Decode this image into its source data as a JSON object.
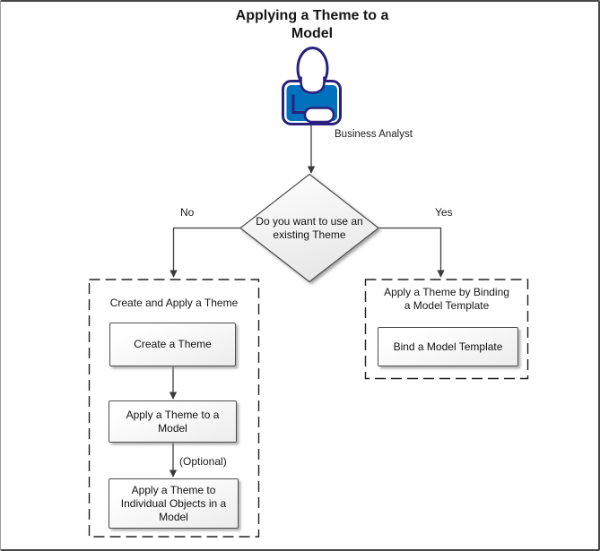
{
  "title": "Applying a Theme to a\nModel",
  "actor": {
    "label": "Business Analyst",
    "icon": "business-analyst-icon",
    "outline_color": "#29217d",
    "shirt_fill": "#0071bc",
    "base_fill": "#ffffff"
  },
  "decision": {
    "question": "Do you want to use an\nexisting Theme",
    "no_label": "No",
    "yes_label": "Yes"
  },
  "no_branch": {
    "group_title": "Create and Apply a Theme",
    "steps": [
      "Create a Theme",
      "Apply a Theme to a\nModel",
      "Apply a Theme to\nIndividual Objects in a\nModel"
    ],
    "optional_label": "(Optional)"
  },
  "yes_branch": {
    "group_title": "Apply a Theme by Binding\na Model Template",
    "steps": [
      "Bind a Model Template"
    ]
  },
  "colors": {
    "connector": "#3f3f3f",
    "arrowhead": "#3a3a3a",
    "shape_border": "#4d4d4d",
    "dashed_border": "#1f1f1f",
    "shape_fill_top": "#ffffff",
    "shape_fill_bottom": "#e8e8e8",
    "canvas_border": "#474747"
  }
}
